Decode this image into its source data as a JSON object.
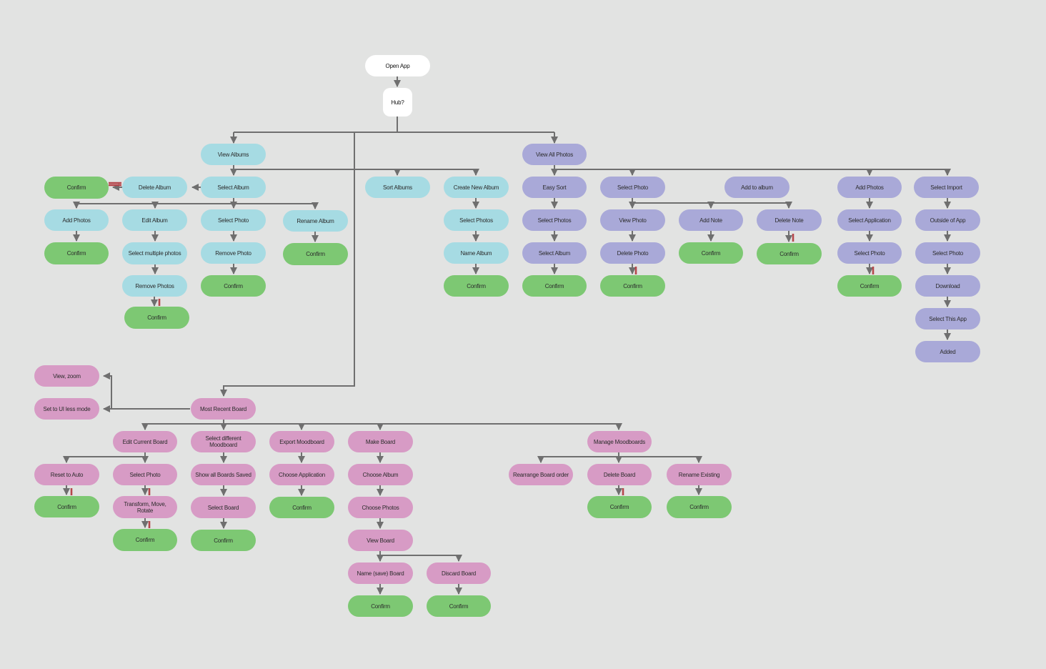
{
  "colors": {
    "background": "#e2e3e2",
    "line": "#6f6f6f",
    "back_arrow": "#b5474c",
    "start": "#ffffff",
    "albums": "#a6dbe3",
    "photos": "#a9a9d8",
    "boards": "#d79bc5",
    "confirm": "#7dc873"
  },
  "nodes": {
    "open_app": "Open App",
    "hub": "Hub?",
    "view_albums": "View Albums",
    "view_all_photos": "View All Photos",
    "most_recent_board": "Most Recent Board",
    "a_delete_album": "Delete Album",
    "a_delete_album_confirm": "Confirm",
    "a_select_album": "Select Album",
    "a_sort_albums": "Sort Albums",
    "a_create_new_album": "Create New Album",
    "a_add_photos": "Add Photos",
    "a_add_photos_confirm": "Confirm",
    "a_edit_album": "Edit Album",
    "a_select_multiple": "Select multiple photos",
    "a_remove_photos": "Remove Photos",
    "a_remove_photos_confirm": "Confirm",
    "a_select_photo": "Select Photo",
    "a_remove_photo": "Remove Photo",
    "a_remove_photo_confirm": "Confirm",
    "a_rename_album": "Rename Album",
    "a_rename_album_confirm": "Confirm",
    "a_select_photos": "Select Photos",
    "a_name_album": "Name Album",
    "a_create_confirm": "Confirm",
    "p_easy_sort": "Easy Sort",
    "p_es_select_photos": "Select Photos",
    "p_es_select_album": "Select Album",
    "p_es_confirm": "Confirm",
    "p_select_photo": "Select Photo",
    "p_view_photo": "View Photo",
    "p_delete_photo": "Delete Photo",
    "p_delete_photo_confirm": "Confirm",
    "p_add_to_album": "Add to album",
    "p_add_note": "Add Note",
    "p_add_note_confirm": "Confirm",
    "p_delete_note": "Delete Note",
    "p_delete_note_confirm": "Confirm",
    "p_add_photos": "Add Photos",
    "p_select_application": "Select Application",
    "p_ap_select_photo": "Select Photo",
    "p_ap_confirm": "Confirm",
    "p_select_import": "Select Import",
    "p_outside_of_app": "Outside of App",
    "p_si_select_photo": "Select Photo",
    "p_download": "Download",
    "p_select_this_app": "Select This App",
    "p_added": "Added",
    "b_view_zoom": "View, zoom",
    "b_ui_less_mode": "Set to UI less mode",
    "b_edit_current": "Edit Current Board",
    "b_reset_auto": "Reset to Auto",
    "b_reset_confirm": "Confirm",
    "b_select_photo": "Select Photo",
    "b_transform": "Transform, Move, Rotate",
    "b_transform_confirm": "Confirm",
    "b_select_different": "Select different Moodboard",
    "b_show_all_saved": "Show all Boards Saved",
    "b_select_board": "Select Board",
    "b_select_board_confirm": "Confirm",
    "b_export_moodboard": "Export Moodboard",
    "b_choose_application": "Choose Application",
    "b_export_confirm": "Confirm",
    "b_make_board": "Make Board",
    "b_choose_album": "Choose Album",
    "b_choose_photos": "Choose Photos",
    "b_view_board": "View Board",
    "b_name_save_board": "Name (save) Board",
    "b_name_save_confirm": "Confirm",
    "b_discard_board": "Discard Board",
    "b_discard_confirm": "Confirm",
    "b_manage_moodboards": "Manage Moodboards",
    "b_rearrange_order": "Rearrange Board order",
    "b_delete_board": "Delete Board",
    "b_delete_board_confirm": "Confirm",
    "b_rename_existing": "Rename Existing",
    "b_rename_confirm": "Confirm"
  }
}
